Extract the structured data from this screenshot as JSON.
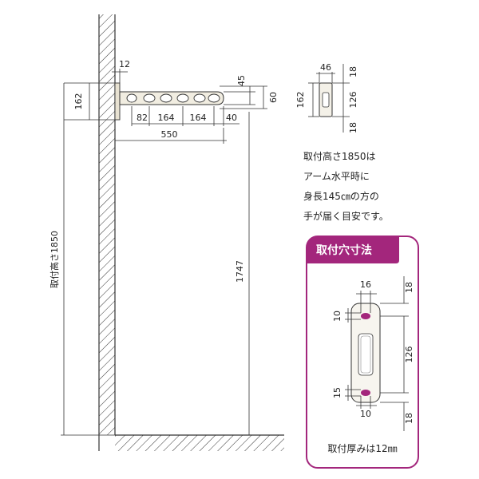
{
  "side_view": {
    "dim_top_offset": "12",
    "dim_bracket_height": "162",
    "dim_arm_thickness": "45",
    "dim_arm_overall": "60",
    "dim_seg_a": "82",
    "dim_seg_b": "164",
    "dim_seg_c": "164",
    "dim_seg_d": "40",
    "dim_arm_length": "550",
    "dim_ceiling_to_floor": "1747",
    "label_mount_height": "取付高さ1850"
  },
  "front_small": {
    "dim_width": "46",
    "dim_top": "18",
    "dim_hole_span": "126",
    "dim_bottom": "18",
    "dim_height": "162"
  },
  "notes": {
    "lines": [
      "取付高さ1850は",
      "アーム水平時に",
      "身長145㎝の方の",
      "手が届く目安です。"
    ]
  },
  "hole_panel": {
    "title": "取付穴寸法",
    "dim_hole_width": "16",
    "dim_top": "18",
    "dim_upper_hole": "10",
    "dim_span": "126",
    "dim_lower_hole": "15",
    "dim_lower_width": "10",
    "dim_bottom": "18",
    "footer": "取付厚みは12㎜",
    "accent_color": "#a3267c"
  }
}
